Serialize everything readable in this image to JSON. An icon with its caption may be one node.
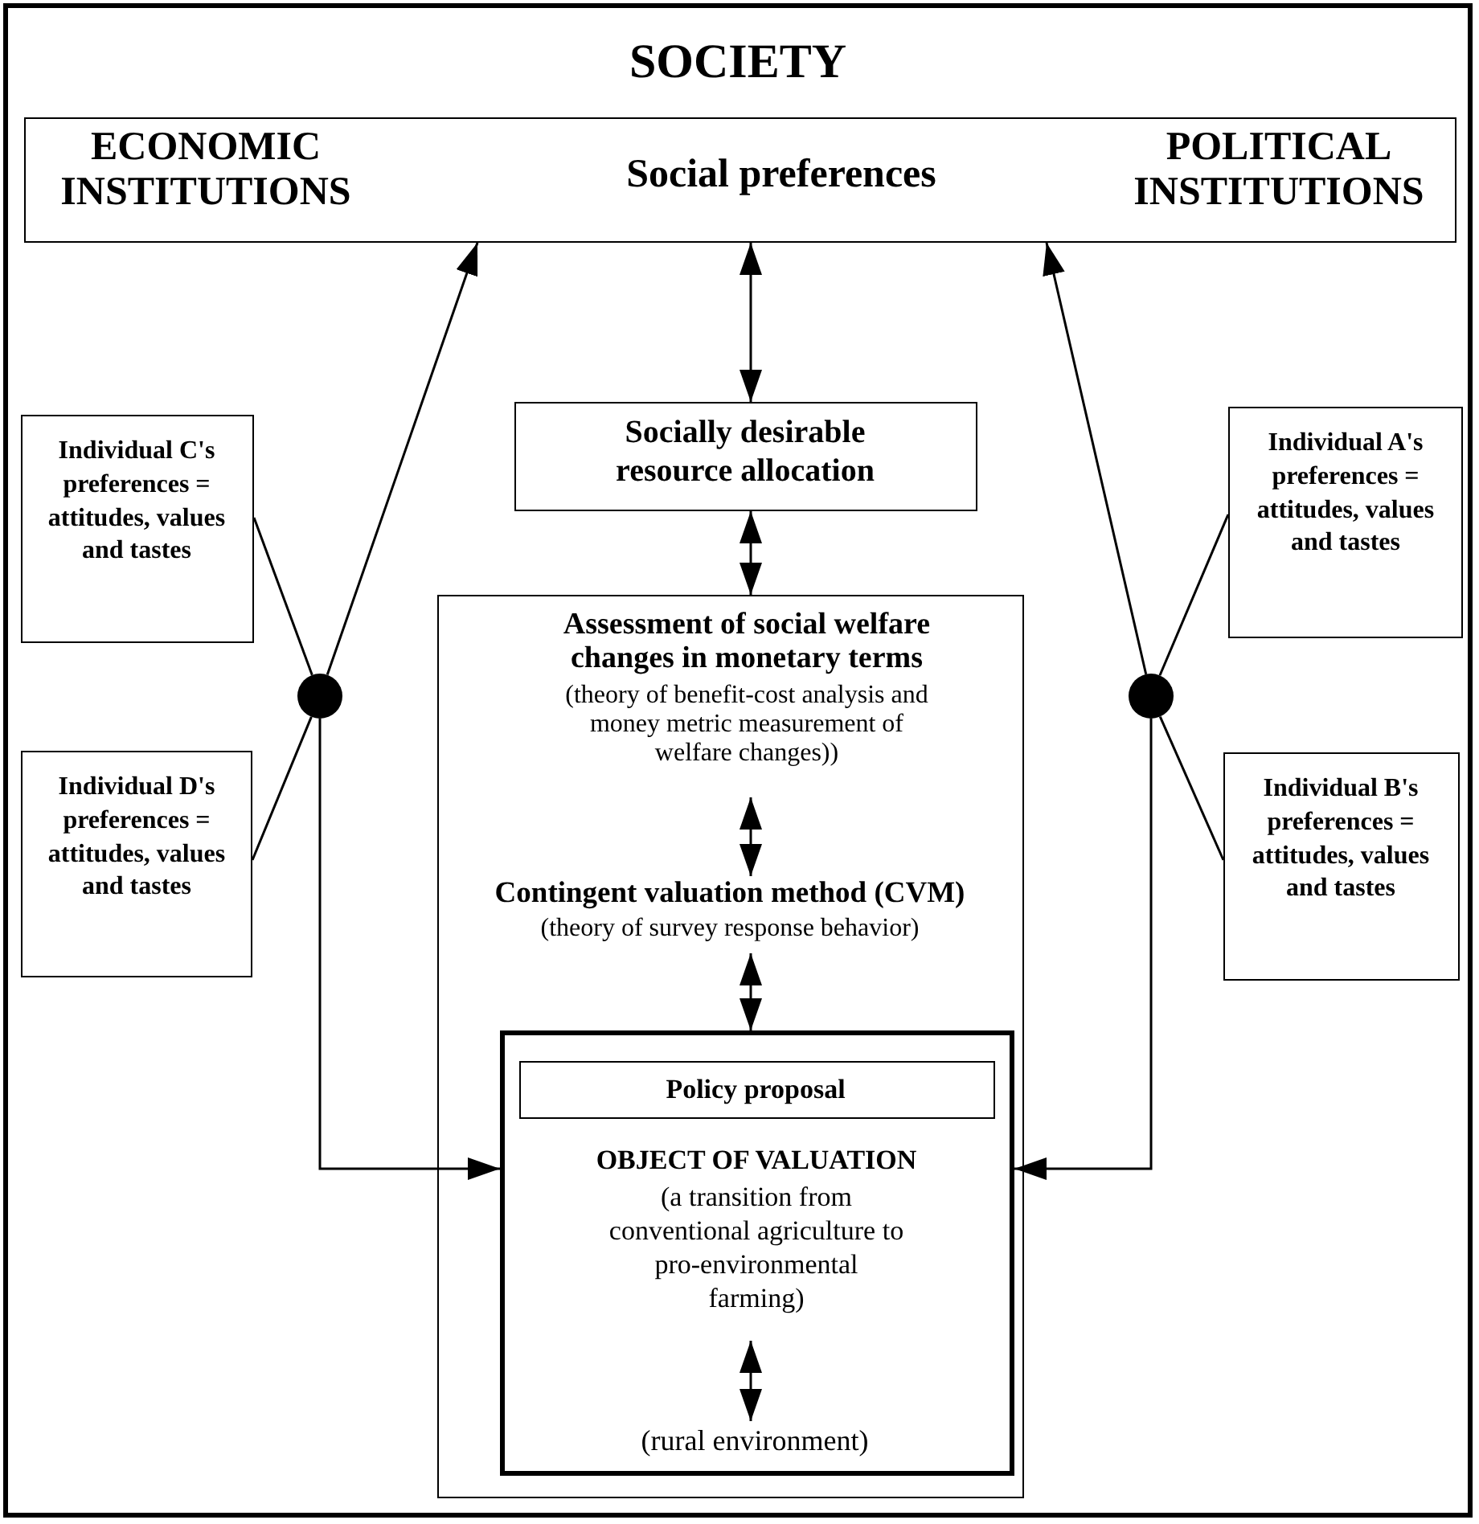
{
  "diagram": {
    "nodes": [
      {
        "text": [
          "SOCIETY"
        ]
      },
      {
        "text": [
          "ECONOMIC INSTITUTIONS",
          "Social preferences",
          "POLITICAL INSTITUTIONS"
        ],
        "in": 0
      },
      {
        "text": [
          "Socially desirable resource allocation"
        ],
        "in": 0
      },
      {
        "text": [],
        "shape": "box",
        "in": 0
      },
      {
        "text": [
          "Assessment of social welfare changes in monetary terms",
          "(theory of benefit-cost analysis and money metric measurement of welfare changes))"
        ],
        "in": 3
      },
      {
        "text": [
          "Contingent valuation method (CVM)",
          "(theory of survey response behavior)"
        ],
        "in": 3
      },
      {
        "text": [],
        "shape": "box",
        "in": 3
      },
      {
        "text": [
          "Policy proposal"
        ],
        "in": 6
      },
      {
        "text": [
          "OBJECT OF VALUATION",
          "(a transition from conventional agriculture to pro-environmental farming)"
        ],
        "in": 6
      },
      {
        "text": [
          "(rural environment)"
        ],
        "in": 6
      },
      {
        "text": [
          "Individual C's preferences = attitudes, values and tastes"
        ],
        "in": 0
      },
      {
        "text": [
          "Individual D's preferences = attitudes, values and tastes"
        ],
        "in": 0
      },
      {
        "text": [
          "Individual A's preferences = attitudes, values and tastes"
        ],
        "in": 0
      },
      {
        "text": [
          "Individual B's preferences = attitudes, values and tastes"
        ],
        "in": 0
      },
      {
        "text": [],
        "shape": "circle",
        "in": 0
      },
      {
        "text": [],
        "shape": "circle",
        "in": 0
      }
    ],
    "edges": [
      {
        "from": 1,
        "to": 2,
        "arrow": "both"
      },
      {
        "from": 2,
        "to": 3,
        "arrow": "both"
      },
      {
        "from": 4,
        "to": 5,
        "arrow": "both"
      },
      {
        "from": 5,
        "to": 6,
        "arrow": "both"
      },
      {
        "from": 8,
        "to": 9,
        "arrow": "both"
      },
      {
        "from": 10,
        "to": 14,
        "arrow": "none"
      },
      {
        "from": 11,
        "to": 14,
        "arrow": "none"
      },
      {
        "from": 14,
        "to": 1,
        "arrow": "to"
      },
      {
        "from": 14,
        "to": 6,
        "arrow": "to"
      },
      {
        "from": 12,
        "to": 15,
        "arrow": "none"
      },
      {
        "from": 13,
        "to": 15,
        "arrow": "none"
      },
      {
        "from": 15,
        "to": 1,
        "arrow": "to"
      },
      {
        "from": 15,
        "to": 6,
        "arrow": "to"
      }
    ]
  }
}
